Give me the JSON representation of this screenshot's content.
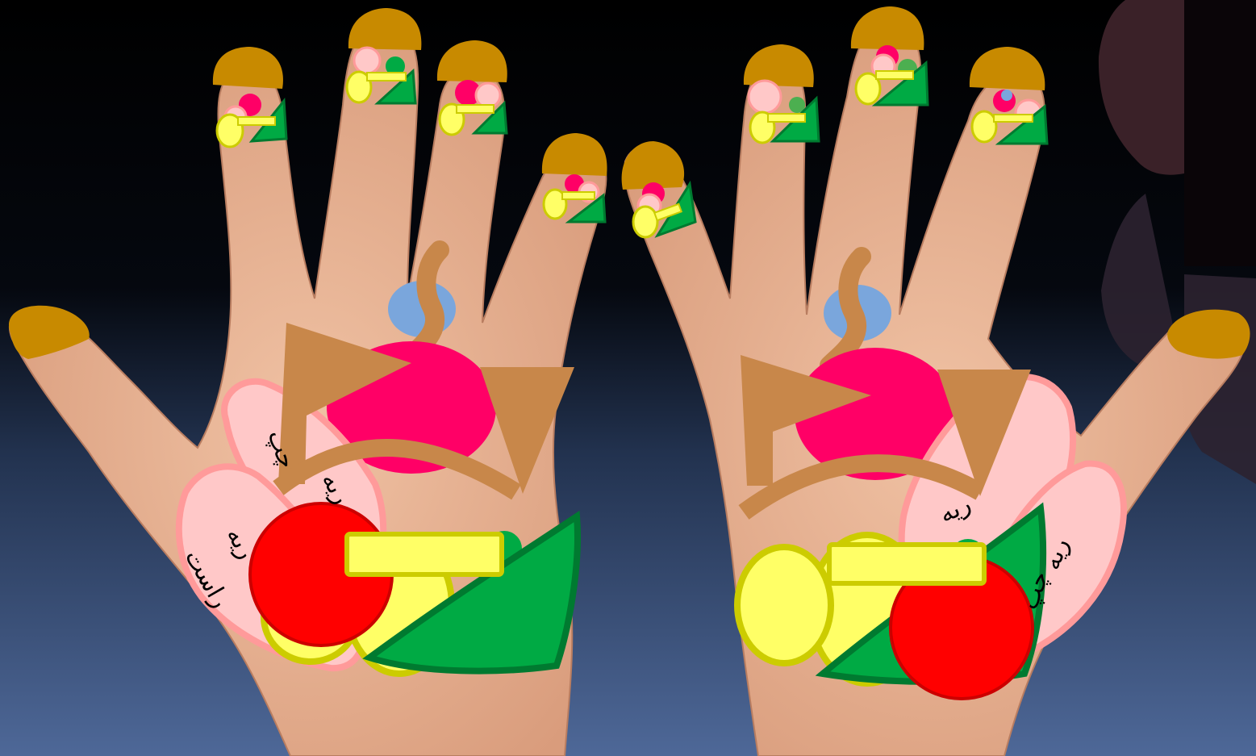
{
  "colors": {
    "background_top": "#000000",
    "background_bottom": "#4e6898",
    "skin": "#e8b898",
    "skin_shadow": "#c98f73",
    "nail": "#c88a00",
    "lung_pink": "#ffc8c8",
    "lung_border": "#ff9a9a",
    "heart_magenta": "#ff0066",
    "organ_red": "#ff0000",
    "organ_yellow": "#ffff66",
    "organ_yellow_border": "#cccc00",
    "organ_green": "#00aa44",
    "organ_green_border": "#007a30",
    "tan_brown": "#c8874a",
    "blue_spot": "#7aa6dc"
  },
  "icons": [
    "left-hand-palm-icon",
    "right-hand-palm-icon"
  ],
  "labels": {
    "left_hand": {
      "lung_right": "ریه",
      "lung_right_sub": "راست",
      "lung_left_partial": "چپ",
      "lung_middle_partial": "ریه"
    },
    "right_hand": {
      "lung_top": "ریه",
      "lung_lower": "ریه",
      "lung_lower_sub": "چپ"
    }
  }
}
